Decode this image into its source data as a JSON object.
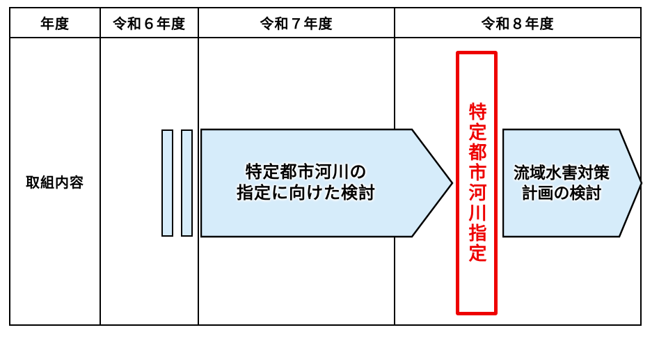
{
  "diagram": {
    "header": {
      "columns": [
        "年度",
        "令和６年度",
        "令和７年度",
        "令和８年度"
      ]
    },
    "row_label": "取組内容",
    "arrow_designation_study": {
      "line1": "特定都市河川の",
      "line2": "指定に向けた検討"
    },
    "milestone_label": "特定都市河川指定",
    "arrow_plan_study": {
      "line1": "流域水害対策",
      "line2": "計画の検討"
    },
    "colors": {
      "arrow_fill": "#d6ecfa",
      "arrow_border": "#000000",
      "milestone_red": "#ee0000",
      "table_border": "#000000"
    }
  }
}
